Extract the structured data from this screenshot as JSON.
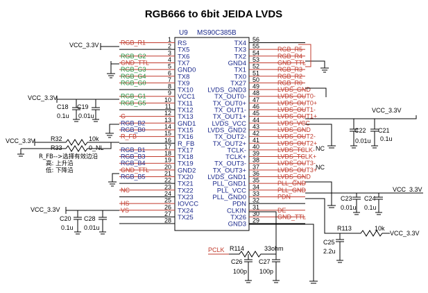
{
  "title": "RGB666 to 6bit JEIDA LVDS",
  "chip": {
    "ref": "U9",
    "part": "MS90C385B"
  },
  "left_pins": [
    {
      "n": "1",
      "name": "RS",
      "net": "RGB_R1",
      "c": "net"
    },
    {
      "n": "2",
      "name": "TX5",
      "net": "",
      "c": "net"
    },
    {
      "n": "3",
      "name": "TX6",
      "net": "RGB_G2",
      "c": "netg"
    },
    {
      "n": "4",
      "name": "TX7",
      "net": "GND_TTL",
      "c": "net"
    },
    {
      "n": "5",
      "name": "GND0",
      "net": "RGB_G3",
      "c": "netg"
    },
    {
      "n": "6",
      "name": "TX8",
      "net": "RGB_G4",
      "c": "netg"
    },
    {
      "n": "7",
      "name": "TX9",
      "net": "RGB_G0",
      "c": "netg"
    },
    {
      "n": "8",
      "name": "TX10",
      "net": "",
      "c": "net"
    },
    {
      "n": "9",
      "name": "VCC1",
      "net": "RGB_G1",
      "c": "netg"
    },
    {
      "n": "10",
      "name": "TX11",
      "net": "RGB_G5",
      "c": "netg"
    },
    {
      "n": "11",
      "name": "TX12",
      "net": "",
      "c": "net"
    },
    {
      "n": "12",
      "name": "TX13",
      "net": "G",
      "c": "net"
    },
    {
      "n": "13",
      "name": "GND1",
      "net": "RGB_B2",
      "c": "netb"
    },
    {
      "n": "14",
      "name": "TX15",
      "net": "RGB_B0",
      "c": "netb"
    },
    {
      "n": "15",
      "name": "TX16",
      "net": "R_FB",
      "c": "net"
    },
    {
      "n": "16",
      "name": "R_FB",
      "net": "",
      "c": "net"
    },
    {
      "n": "17",
      "name": "TX17",
      "net": "RGB_B1",
      "c": "netb"
    },
    {
      "n": "18",
      "name": "TX18",
      "net": "RGB_B3",
      "c": "netb"
    },
    {
      "n": "19",
      "name": "TX19",
      "net": "RGB_B4",
      "c": "netb"
    },
    {
      "n": "20",
      "name": "GND2",
      "net": "GND_TTL",
      "c": "net"
    },
    {
      "n": "21",
      "name": "TX20",
      "net": "RGB_B5",
      "c": "netb"
    },
    {
      "n": "22",
      "name": "TX21",
      "net": "",
      "c": "net"
    },
    {
      "n": "23",
      "name": "TX22",
      "net": "NC",
      "c": "net"
    },
    {
      "n": "24",
      "name": "TX23",
      "net": "",
      "c": "net"
    },
    {
      "n": "25",
      "name": "IOVCC",
      "net": "HS",
      "c": "net"
    },
    {
      "n": "26",
      "name": "TX24",
      "net": "VS",
      "c": "net"
    },
    {
      "n": "27",
      "name": "TX25",
      "net": "",
      "c": "net"
    },
    {
      "n": "28",
      "name": "",
      "net": "",
      "c": "net"
    }
  ],
  "right_pins": [
    {
      "n": "56",
      "name": "TX4",
      "net": ""
    },
    {
      "n": "55",
      "name": "TX3",
      "net": "RGB_R5"
    },
    {
      "n": "54",
      "name": "TX2",
      "net": "RGB_R4"
    },
    {
      "n": "53",
      "name": "GND4",
      "net": "GND_TTL"
    },
    {
      "n": "52",
      "name": "TX1",
      "net": "RGB_R3"
    },
    {
      "n": "51",
      "name": "TX0",
      "net": "RGB_R2"
    },
    {
      "n": "50",
      "name": "TX27",
      "net": "RGB_R0"
    },
    {
      "n": "49",
      "name": "LVDS_GND3",
      "net": "LVDS_GND"
    },
    {
      "n": "48",
      "name": "TX_OUT0-",
      "net": "LVDS_OUT0-"
    },
    {
      "n": "47",
      "name": "TX_OUT0+",
      "net": "LVDS_OUT0+"
    },
    {
      "n": "46",
      "name": "TX_OUT1-",
      "net": "LVDS_OUT1-"
    },
    {
      "n": "45",
      "name": "TX_OUT1+",
      "net": "LVDS_OUT1+"
    },
    {
      "n": "44",
      "name": "LVDS_VCC",
      "net": "LVDS_VCC"
    },
    {
      "n": "43",
      "name": "LVDS_GND2",
      "net": "LVDS_GND"
    },
    {
      "n": "42",
      "name": "TX_OUT2-",
      "net": "LVDS_OUT2-"
    },
    {
      "n": "41",
      "name": "TX_OUT2+",
      "net": "LVDS_OUT2+"
    },
    {
      "n": "40",
      "name": "TCLK-",
      "net": "LVDS_TCLK-"
    },
    {
      "n": "39",
      "name": "TCLK+",
      "net": "LVDS_TCLK+"
    },
    {
      "n": "38",
      "name": "TX_OUT3-",
      "net": "LVDS_OUT3-"
    },
    {
      "n": "37",
      "name": "TX_OUT3+",
      "net": "LVDS_OUT3+"
    },
    {
      "n": "36",
      "name": "LVDS_GND1",
      "net": "LVDS_GND"
    },
    {
      "n": "35",
      "name": "PLL_GND1",
      "net": "PLL_GND"
    },
    {
      "n": "34",
      "name": "PLL_VCC",
      "net": "PLL_GND"
    },
    {
      "n": "33",
      "name": "PLL_GND0",
      "net": "PDN"
    },
    {
      "n": "32",
      "name": "PDN",
      "net": ""
    },
    {
      "n": "31",
      "name": "CLKIN",
      "net": "DE"
    },
    {
      "n": "30",
      "name": "TX26",
      "net": "GND_TTL"
    },
    {
      "n": "29",
      "name": "GND3",
      "net": ""
    }
  ],
  "labels": {
    "vcc": "VCC_3.3V",
    "nc": "NC",
    "r32": "R32",
    "r32_val": "10k",
    "r33": "R33",
    "r33_val": "0_NL",
    "rfb_note": "R_FB-->选择有效边沿",
    "rfb_high": "高: 上升沿",
    "rfb_low": "低: 下降沿",
    "c18": "C18",
    "c18_val": "0.1u",
    "c19": "C19",
    "c19_val": "0.01u",
    "c20": "C20",
    "c20_val": "0.1u",
    "c28": "C28",
    "c28_val": "0.01u",
    "c22": "C22",
    "c22_val": "0.01u",
    "c21": "C21",
    "c21_val": "0.1u",
    "c23": "C23",
    "c23_val": "0.01u",
    "c24": "C24",
    "c24_val": "0.1u",
    "c25": "C25",
    "c25_val": "2.2u",
    "r113": "R113",
    "r113_val": "10k",
    "pclk": "PCLK",
    "r114": "R114",
    "r114_val": "33ohm",
    "c26": "C26",
    "c26_val": "100p",
    "c27": "C27",
    "c27_val": "100p"
  },
  "colors": {
    "net": "#c0392b",
    "green_net": "#1f8f3a",
    "blue_net": "#1c2a8c",
    "wire": "#000000"
  }
}
